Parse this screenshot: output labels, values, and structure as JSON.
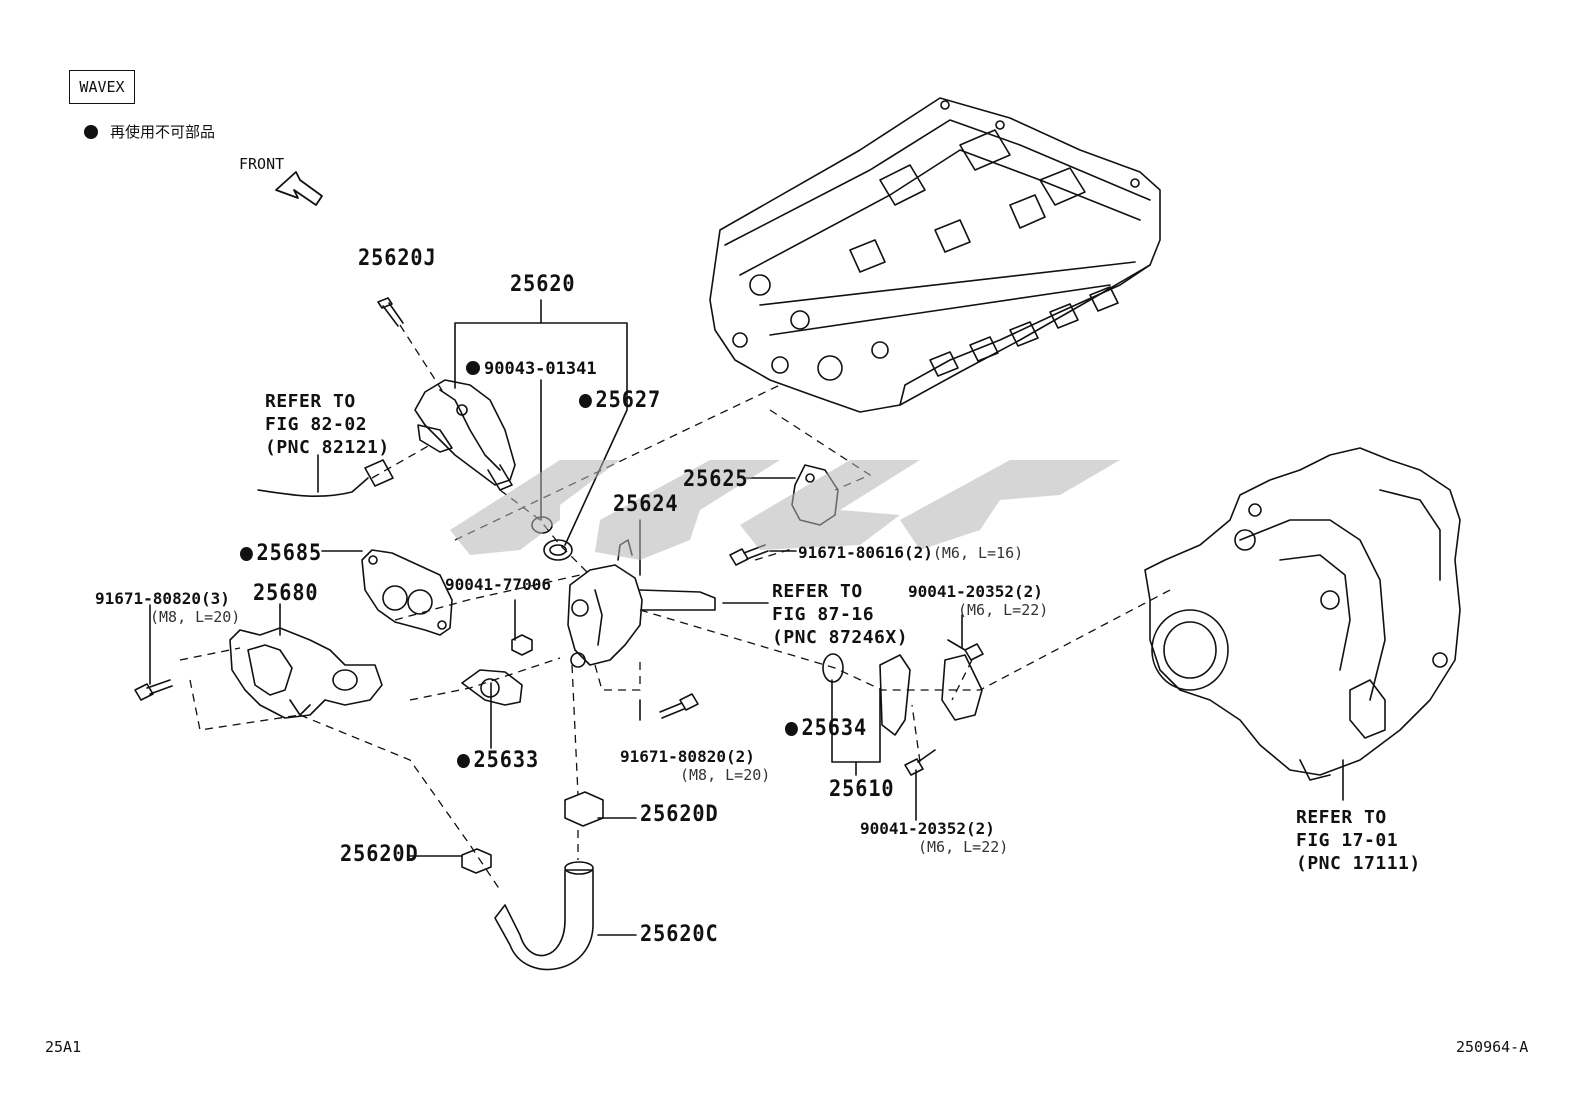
{
  "header": {
    "model_code": "WAVEX",
    "legend_text": "再使用不可部品",
    "front_label": "FRONT"
  },
  "parts": {
    "p25620J": "25620J",
    "p25620": "25620",
    "p90043": "90043-01341",
    "p25627": "25627",
    "p25625": "25625",
    "p25624": "25624",
    "p25685": "25685",
    "p25680": "25680",
    "p91671_80820_3": "91671-80820(3)",
    "p91671_80820_3_spec": "(M8, L=20)",
    "p90041_77006": "90041-77006",
    "p91671_80616": "91671-80616(2)",
    "p91671_80616_spec": "(M6, L=16)",
    "p90041_20352_top": "90041-20352(2)",
    "p90041_20352_top_spec": "(M6, L=22)",
    "p25634": "25634",
    "p25633": "25633",
    "p91671_80820_2": "91671-80820(2)",
    "p91671_80820_2_spec": "(M8, L=20)",
    "p25610": "25610",
    "p25620D_a": "25620D",
    "p25620D_b": "25620D",
    "p25620C": "25620C",
    "p90041_20352_bot": "90041-20352(2)",
    "p90041_20352_bot_spec": "(M6, L=22)"
  },
  "references": {
    "r82": [
      "REFER TO",
      "FIG 82-02",
      "(PNC 82121)"
    ],
    "r87": [
      "REFER TO",
      "FIG 87-16",
      "(PNC 87246X)"
    ],
    "r17": [
      "REFER TO",
      "FIG 17-01",
      "(PNC 17111)"
    ]
  },
  "footer": {
    "left_code": "25A1",
    "right_code": "250964-A"
  }
}
